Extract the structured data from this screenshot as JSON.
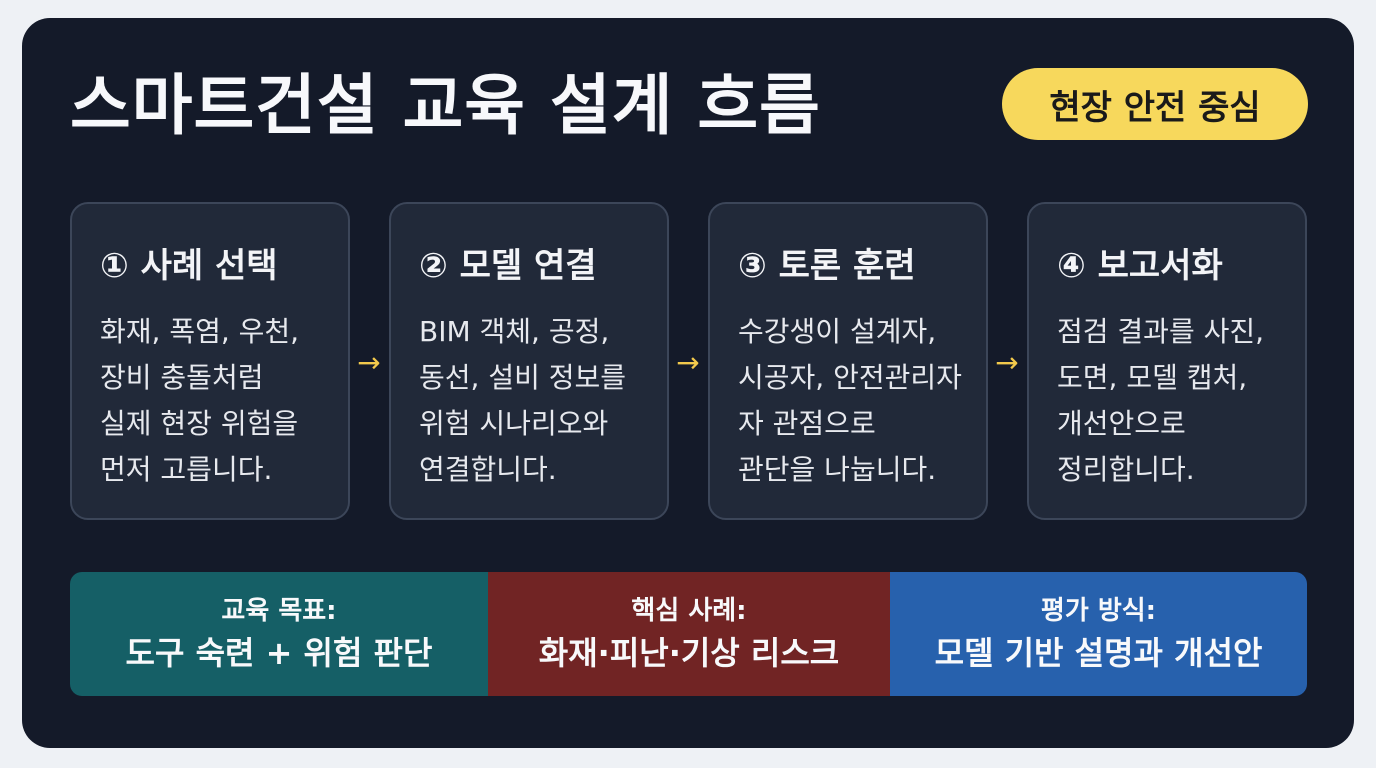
{
  "title": "스마트건설 교육 설계 흐름",
  "badge": "현장 안전 중심",
  "colors": {
    "background": "#141a29",
    "badge": "#f7d85c",
    "arrow": "#f2c94c",
    "panel_goal": "#155f66",
    "panel_case": "#712424",
    "panel_eval": "#2761ad"
  },
  "steps": [
    {
      "title": "① 사례 선택",
      "lines": [
        "화재, 폭염, 우천,",
        "장비 충돌처럼",
        "실제 현장 위험을",
        "먼저 고릅니다."
      ]
    },
    {
      "title": "② 모델 연결",
      "lines": [
        "BIM 객체, 공정,",
        "동선, 설비 정보를",
        "위험 시나리오와",
        "연결합니다."
      ]
    },
    {
      "title": "③ 토론 훈련",
      "lines": [
        "수강생이 설계자,",
        "시공자, 안전관리자",
        "자 관점으로",
        "관단을 나눕니다."
      ]
    },
    {
      "title": "④ 보고서화",
      "lines": [
        "점검 결과를 사진,",
        "도면, 모델 캡처,",
        "개선안으로",
        "정리합니다."
      ]
    }
  ],
  "arrows": [
    "→",
    "→",
    "→"
  ],
  "panels": [
    {
      "label": "교육 목표:",
      "value": "도구 숙련 + 위험 판단"
    },
    {
      "label": "핵심 사례:",
      "value": "화재·피난·기상 리스크"
    },
    {
      "label": "평가 방식:",
      "value": "모델 기반 설명과 개선안"
    }
  ]
}
